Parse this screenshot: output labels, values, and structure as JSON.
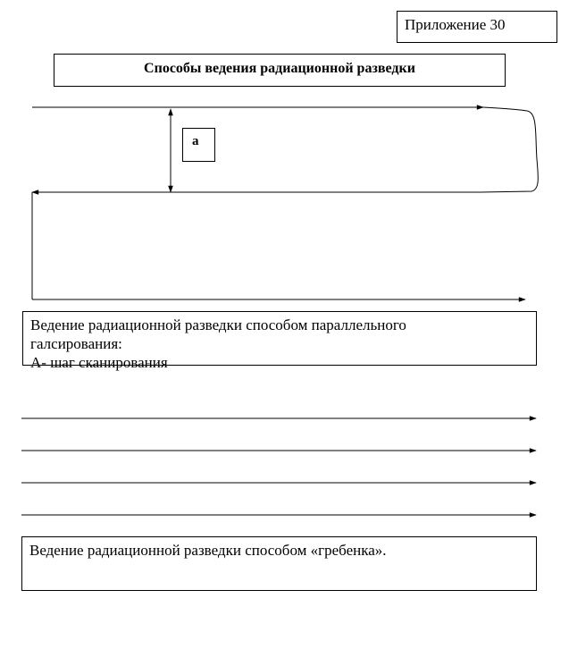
{
  "appendix_label": "Приложение 30",
  "title": "Способы ведения радиационной разведки",
  "diagram_label_a": "а",
  "caption_parallel": {
    "line1": "Ведение радиационной разведки способом параллельного",
    "line2": "галсирования:",
    "line3": "А- шаг сканирования"
  },
  "caption_comb": "Ведение радиационной разведки способом «гребенка».",
  "colors": {
    "line": "#000000",
    "background": "#ffffff"
  }
}
